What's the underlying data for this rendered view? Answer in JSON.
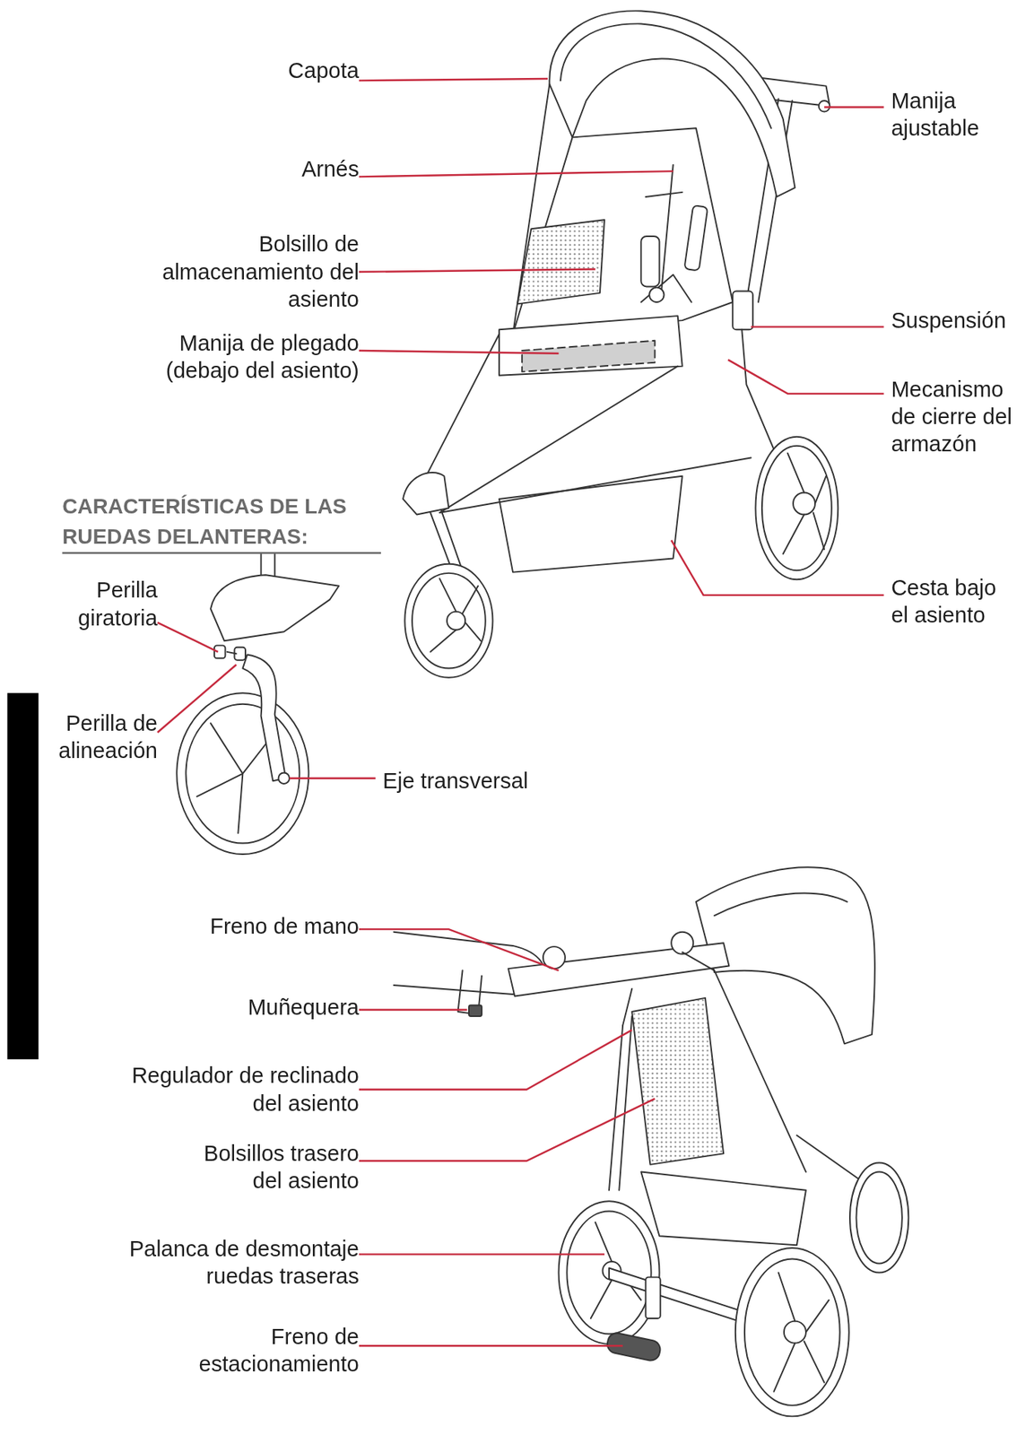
{
  "diagram": {
    "labels": [
      "Capota",
      "Manija ajustable",
      "Arnés",
      "Bolsillo de almacenamiento del asiento",
      "Suspensión",
      "Manija de plegado (debajo del asiento)",
      "Mecanismo de cierre del armazón",
      "CARACTERÍSTICAS DE LAS RUEDAS DELANTERAS:",
      "Cesta bajo el asiento",
      "Perilla giratoria",
      "Perilla de alineación",
      "Eje transversal",
      "Freno de mano",
      "Muñequera",
      "Regulador de reclinado del asiento",
      "Bolsillos trasero del asiento",
      "Palanca de desmontaje ruedas traseras",
      "Freno de estacionamiento"
    ]
  }
}
